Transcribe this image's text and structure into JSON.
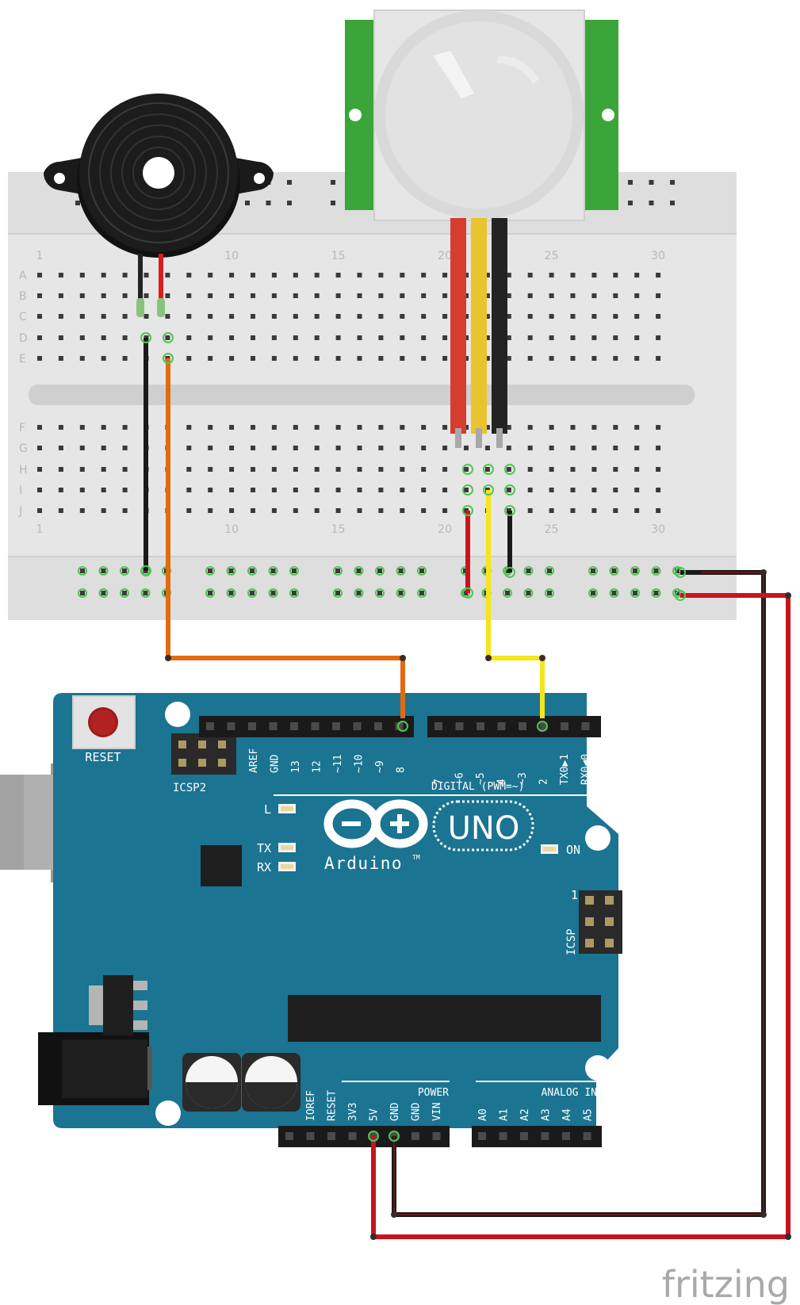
{
  "breadboard": {
    "column_labels": [
      "1",
      "10",
      "15",
      "20",
      "25",
      "30"
    ],
    "row_labels_top": [
      "A",
      "B",
      "C",
      "D",
      "E"
    ],
    "row_labels_bottom": [
      "F",
      "G",
      "H",
      "I",
      "J"
    ]
  },
  "arduino": {
    "reset_label": "RESET",
    "icsp2_label": "ICSP2",
    "icsp_label": "ICSP",
    "icsp_pin1": "1",
    "digital_header_label": "DIGITAL (PWM=~)",
    "digital_pins_left": [
      "AREF",
      "GND",
      "13",
      "12",
      "~11",
      "~10",
      "~9",
      "8"
    ],
    "digital_pins_right": [
      "7",
      "~6",
      "~5",
      "4",
      "~3",
      "2",
      "TX0▶1",
      "RX0◀0"
    ],
    "led_l": "L",
    "led_tx": "TX",
    "led_rx": "RX",
    "led_on": "ON",
    "logo_text": "Arduino",
    "logo_tm": "TM",
    "model": "UNO",
    "power_label": "POWER",
    "analog_label": "ANALOG IN",
    "power_pins": [
      "IOREF",
      "RESET",
      "3V3",
      "5V",
      "GND",
      "GND",
      "VIN"
    ],
    "analog_pins": [
      "A0",
      "A1",
      "A2",
      "A3",
      "A4",
      "A5"
    ]
  },
  "watermark": "fritzing",
  "colors": {
    "board_blue": "#1b7491",
    "breadboard": "#e6e6e6",
    "wire_red": "#c8151d",
    "wire_black": "#1e1e1e",
    "wire_orange": "#e06b10",
    "wire_yellow": "#f5e51a",
    "pir_green": "#3aa538"
  }
}
